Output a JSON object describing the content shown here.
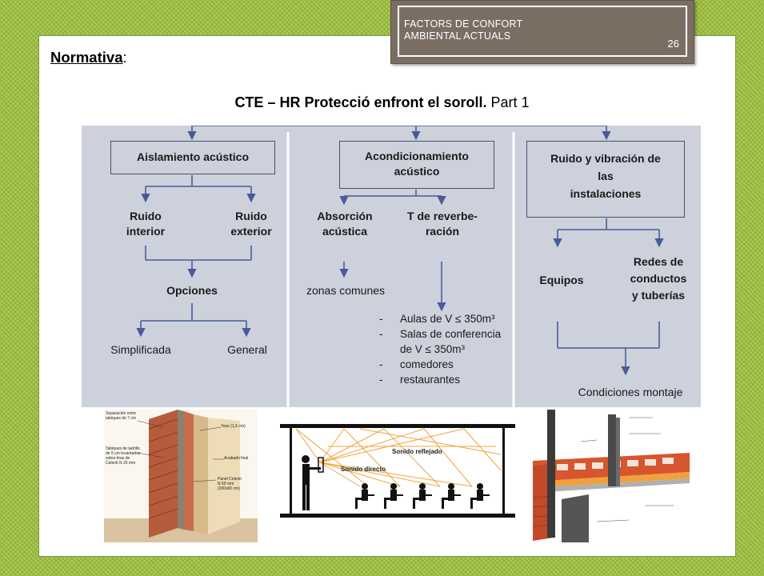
{
  "header": {
    "line1": "FACTORS DE CONFORT",
    "line2": "AMBIENTAL ACTUALS",
    "page_number": "26"
  },
  "title": {
    "label": "Normativa",
    "colon": ":"
  },
  "subtitle": {
    "bold": "CTE – HR Protecció enfront el soroll.",
    "normal": "Part 1"
  },
  "diagram": {
    "col1": {
      "box": "Aislamiento acústico",
      "left": [
        "Ruido",
        "interior"
      ],
      "right": [
        "Ruido",
        "exterior"
      ],
      "options": "Opciones",
      "opt_left": "Simplificada",
      "opt_right": "General"
    },
    "col2": {
      "box": [
        "Acondicionamiento",
        "acústico"
      ],
      "left": [
        "Absorción",
        "acústica"
      ],
      "right": [
        "T de reverbe-",
        "ración"
      ],
      "zones": "zonas comunes",
      "list": [
        {
          "dash": "-",
          "text": "Aulas de V ≤ 350m³"
        },
        {
          "dash": "-",
          "text": "Salas de conferencia"
        },
        {
          "dash": "",
          "text": "de V ≤ 350m³"
        },
        {
          "dash": "-",
          "text": "comedores"
        },
        {
          "dash": "-",
          "text": "restaurantes"
        }
      ]
    },
    "col3": {
      "box": [
        "Ruido y vibración de",
        "las",
        "instalaciones"
      ],
      "left": "Equipos",
      "right": [
        "Redes de",
        "conductos",
        "y tuberías"
      ],
      "bottom": "Condiciones montaje"
    }
  },
  "images": {
    "wall": {
      "label1": [
        "Separación entre",
        "tabiques de 7 cm"
      ],
      "label2": "Yeso (1,5 cm)",
      "label3": [
        "Tabiques de ladrillo",
        "de 5 cm levantados",
        "sobre tiras de",
        "Celenit N 25 mm"
      ],
      "label4": "Acabado final",
      "label5": [
        "Panel Celenit",
        "N 50 mm",
        "(200x60 cm)"
      ]
    },
    "room": {
      "reflected": "Sonido reflejado",
      "direct": "Sonido directo"
    }
  }
}
